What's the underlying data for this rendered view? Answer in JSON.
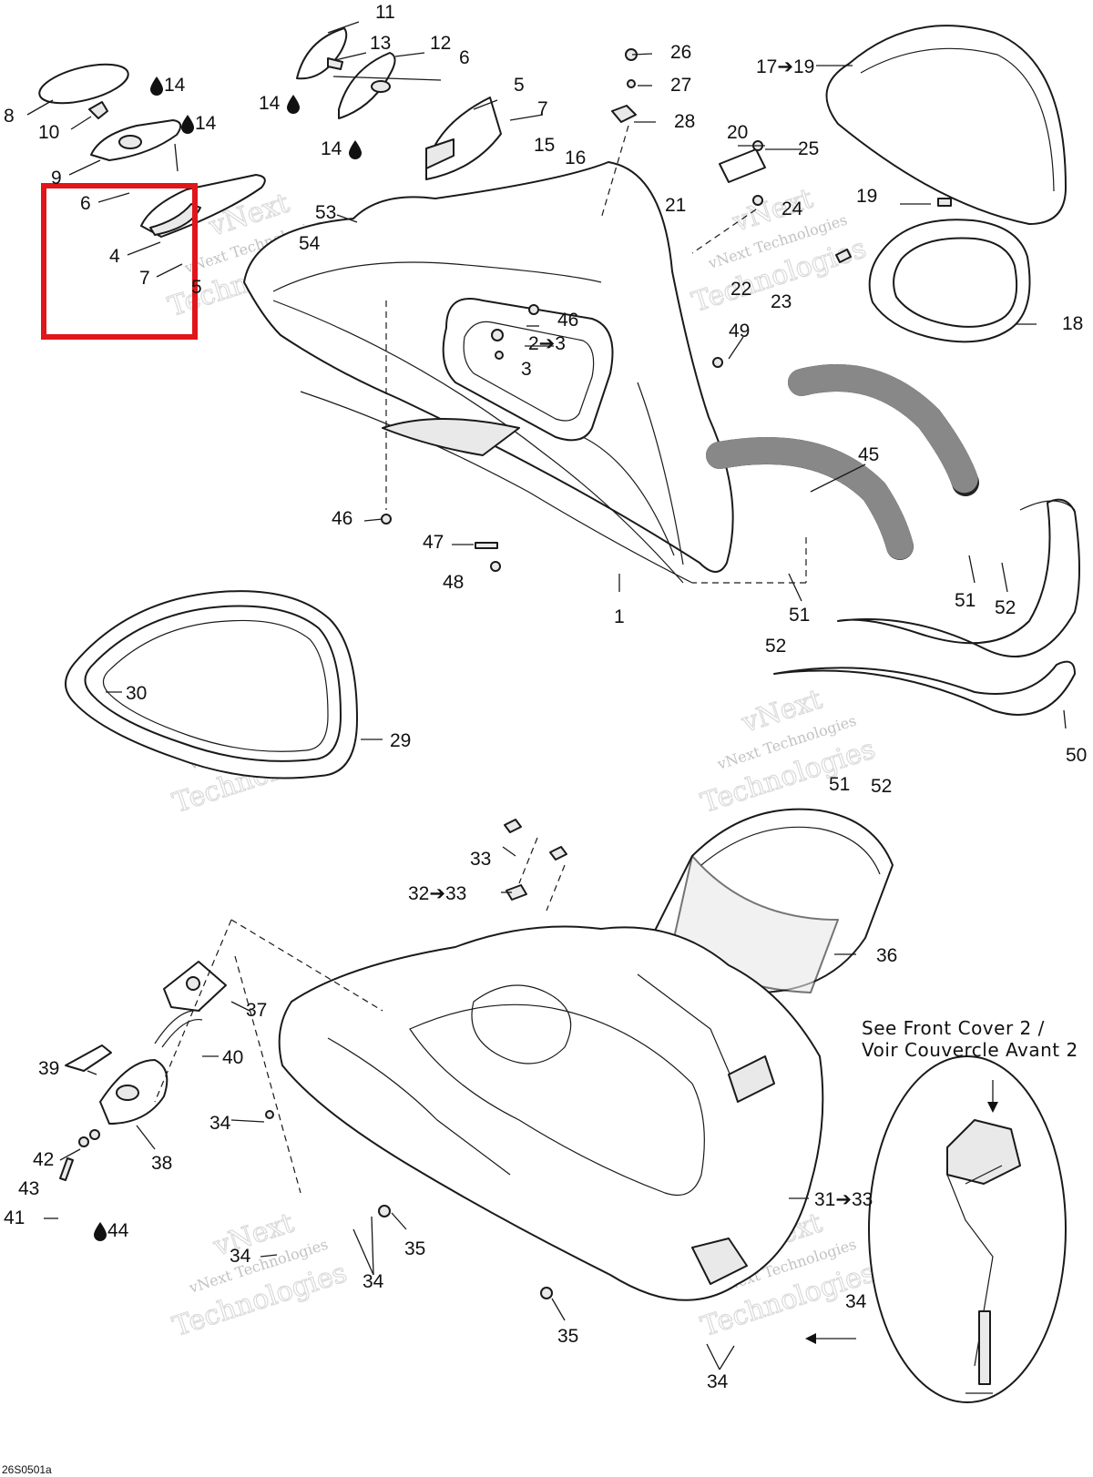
{
  "labels": [
    {
      "id": "8",
      "text": "8"
    },
    {
      "id": "10",
      "text": "10"
    },
    {
      "id": "14a",
      "text": "14"
    },
    {
      "id": "14b",
      "text": "14"
    },
    {
      "id": "9",
      "text": "9"
    },
    {
      "id": "6a",
      "text": "6"
    },
    {
      "id": "4",
      "text": "4"
    },
    {
      "id": "7a",
      "text": "7"
    },
    {
      "id": "5a",
      "text": "5"
    },
    {
      "id": "11",
      "text": "11"
    },
    {
      "id": "13",
      "text": "13"
    },
    {
      "id": "12",
      "text": "12"
    },
    {
      "id": "14c",
      "text": "14"
    },
    {
      "id": "14d",
      "text": "14"
    },
    {
      "id": "6b",
      "text": "6"
    },
    {
      "id": "5b",
      "text": "5"
    },
    {
      "id": "7b",
      "text": "7"
    },
    {
      "id": "15",
      "text": "15"
    },
    {
      "id": "16",
      "text": "16"
    },
    {
      "id": "26",
      "text": "26"
    },
    {
      "id": "27",
      "text": "27"
    },
    {
      "id": "28",
      "text": "28"
    },
    {
      "id": "20",
      "text": "20"
    },
    {
      "id": "25",
      "text": "25"
    },
    {
      "id": "21",
      "text": "21"
    },
    {
      "id": "24",
      "text": "24"
    },
    {
      "id": "22",
      "text": "22"
    },
    {
      "id": "23",
      "text": "23"
    },
    {
      "id": "17-19",
      "text": "17➔19"
    },
    {
      "id": "19",
      "text": "19"
    },
    {
      "id": "18",
      "text": "18"
    },
    {
      "id": "53",
      "text": "53"
    },
    {
      "id": "54",
      "text": "54"
    },
    {
      "id": "46a",
      "text": "46"
    },
    {
      "id": "2-3",
      "text": "2➔3"
    },
    {
      "id": "3",
      "text": "3"
    },
    {
      "id": "49",
      "text": "49"
    },
    {
      "id": "45",
      "text": "45"
    },
    {
      "id": "46b",
      "text": "46"
    },
    {
      "id": "47",
      "text": "47"
    },
    {
      "id": "48",
      "text": "48"
    },
    {
      "id": "1",
      "text": "1"
    },
    {
      "id": "51a",
      "text": "51"
    },
    {
      "id": "52a",
      "text": "52"
    },
    {
      "id": "51b",
      "text": "51"
    },
    {
      "id": "52b",
      "text": "52"
    },
    {
      "id": "50",
      "text": "50"
    },
    {
      "id": "51c",
      "text": "51"
    },
    {
      "id": "52c",
      "text": "52"
    },
    {
      "id": "30",
      "text": "30"
    },
    {
      "id": "29",
      "text": "29"
    },
    {
      "id": "33",
      "text": "33"
    },
    {
      "id": "32-33",
      "text": "32➔33"
    },
    {
      "id": "36",
      "text": "36"
    },
    {
      "id": "37",
      "text": "37"
    },
    {
      "id": "40",
      "text": "40"
    },
    {
      "id": "39",
      "text": "39"
    },
    {
      "id": "34a",
      "text": "34"
    },
    {
      "id": "38",
      "text": "38"
    },
    {
      "id": "42",
      "text": "42"
    },
    {
      "id": "43",
      "text": "43"
    },
    {
      "id": "41",
      "text": "41"
    },
    {
      "id": "44",
      "text": "44"
    },
    {
      "id": "34b",
      "text": "34"
    },
    {
      "id": "34c",
      "text": "34"
    },
    {
      "id": "35a",
      "text": "35"
    },
    {
      "id": "35b",
      "text": "35"
    },
    {
      "id": "31-33",
      "text": "31➔33"
    },
    {
      "id": "34d",
      "text": "34"
    },
    {
      "id": "34e",
      "text": "34"
    }
  ],
  "note": {
    "line1": "See Front Cover 2 /",
    "line2": "Voir Couvercle Avant 2"
  },
  "watermark": {
    "line1": "vNext",
    "line2": "vNext Technologies",
    "line3": "Technologies"
  },
  "figure_code": "26S0501a",
  "highlight_color": "#e0161b"
}
